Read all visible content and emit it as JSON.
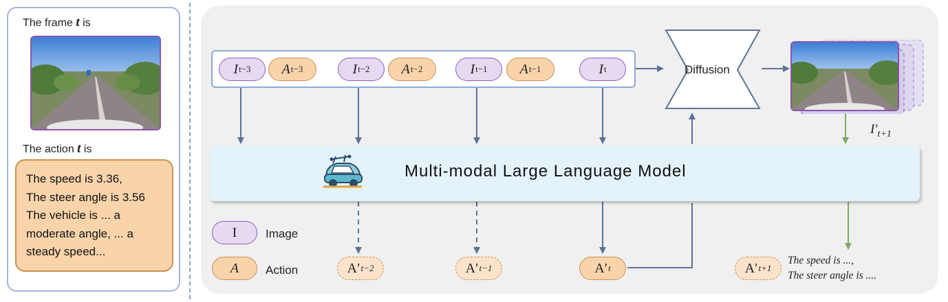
{
  "left_panel": {
    "frame_caption": "The frame",
    "frame_var": "t",
    "frame_suffix": "is",
    "action_caption": "The action",
    "action_var": "t",
    "action_suffix": "is",
    "action_lines": [
      "The speed is 3.36,",
      "The steer angle is 3.56",
      "The vehicle is ... a",
      "moderate angle, ... a",
      "steady speed..."
    ]
  },
  "sequence": {
    "items": [
      {
        "kind": "I",
        "sym": "I",
        "sub": "t−3"
      },
      {
        "kind": "A",
        "sym": "A",
        "sub": "t−3"
      },
      {
        "kind": "I",
        "sym": "I",
        "sub": "t−2"
      },
      {
        "kind": "A",
        "sym": "A",
        "sub": "t−2"
      },
      {
        "kind": "I",
        "sym": "I",
        "sub": "t−1"
      },
      {
        "kind": "A",
        "sym": "A",
        "sub": "t−1"
      },
      {
        "kind": "I",
        "sym": "I",
        "sub": "t"
      }
    ]
  },
  "diffusion_label": "Diffusion",
  "mllm_label": "Multi-modal Large Language Model",
  "output_image_label": {
    "sym": "I′",
    "sub": "t+1"
  },
  "outputs": [
    {
      "sym": "A′",
      "sub": "t−2",
      "style": "dashed"
    },
    {
      "sym": "A′",
      "sub": "t−1",
      "style": "dashed"
    },
    {
      "sym": "A′",
      "sub": "t",
      "style": "solid"
    },
    {
      "sym": "A′",
      "sub": "t+1",
      "style": "dashed"
    }
  ],
  "output_text": [
    "The speed is ...,",
    "The steer angle is ...."
  ],
  "legend": {
    "image_symbol": "I",
    "image_label": "Image",
    "action_symbol": "A",
    "action_label": "Action"
  },
  "colors": {
    "image_fill": "#e7d9f2",
    "image_border": "#8a5fb3",
    "action_fill": "#f9d4ab",
    "action_border": "#c99052",
    "arrow_blue": "#5b7397",
    "arrow_green": "#7daa62",
    "mllm_fill": "#e4f2fa"
  }
}
